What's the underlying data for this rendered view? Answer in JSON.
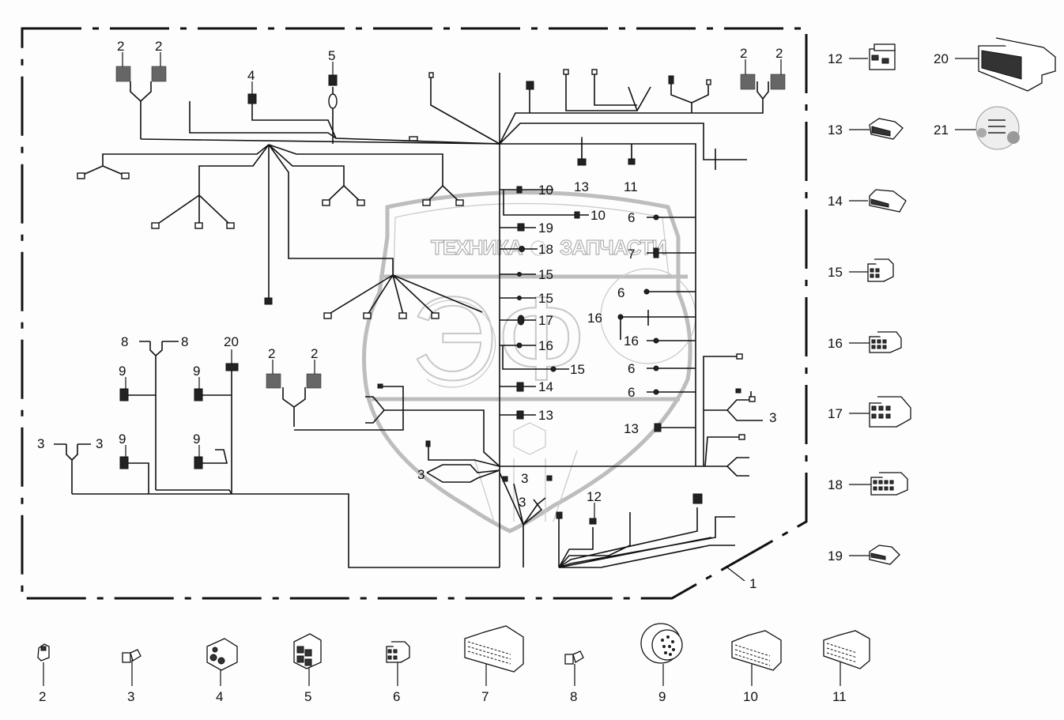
{
  "title": "Wiring harness exploded parts diagram",
  "watermark": {
    "text_left": "ТЕХНИКА",
    "text_right": "ЗАПЧАСТИ",
    "logo_letters": "ЭФ"
  },
  "assembly_callout": "1",
  "harness_callouts": {
    "top_left_pair": [
      "2",
      "2"
    ],
    "top_4": "4",
    "top_5": "5",
    "top_right_pair": [
      "2",
      "2"
    ],
    "col_13": "13",
    "col_11": "11",
    "trunk_labels": [
      "10",
      "10",
      "19",
      "18",
      "15",
      "15",
      "17",
      "16",
      "15",
      "14",
      "13"
    ],
    "right_labels": [
      "6",
      "7",
      "6",
      "16",
      "16",
      "6",
      "6",
      "13"
    ],
    "right_3": "3",
    "left_8_pair": [
      "8",
      "8"
    ],
    "left_20": "20",
    "left_9s": [
      "9",
      "9",
      "9",
      "9"
    ],
    "left_3_pair": [
      "3",
      "3"
    ],
    "mid_2_pair": [
      "2",
      "2"
    ],
    "lower_3s": [
      "3",
      "3",
      "3"
    ],
    "label_12": "12"
  },
  "parts_right": [
    {
      "num": "12",
      "icon": "connector-12-icon"
    },
    {
      "num": "20",
      "icon": "connector-20-icon"
    },
    {
      "num": "13",
      "icon": "connector-13-icon"
    },
    {
      "num": "21",
      "icon": "label-disc-21-icon"
    },
    {
      "num": "14",
      "icon": "connector-14-icon"
    },
    {
      "num": "15",
      "icon": "connector-15-icon"
    },
    {
      "num": "16",
      "icon": "connector-16-icon"
    },
    {
      "num": "17",
      "icon": "connector-17-icon"
    },
    {
      "num": "18",
      "icon": "connector-18-icon"
    },
    {
      "num": "19",
      "icon": "connector-19-icon"
    }
  ],
  "parts_bottom": [
    {
      "num": "2",
      "icon": "connector-2-icon"
    },
    {
      "num": "3",
      "icon": "terminal-3-icon"
    },
    {
      "num": "4",
      "icon": "connector-4-icon"
    },
    {
      "num": "5",
      "icon": "connector-5-icon"
    },
    {
      "num": "6",
      "icon": "connector-6-icon"
    },
    {
      "num": "7",
      "icon": "connector-7-icon"
    },
    {
      "num": "8",
      "icon": "terminal-8-icon"
    },
    {
      "num": "9",
      "icon": "round-connector-9-icon"
    },
    {
      "num": "10",
      "icon": "connector-10-icon"
    },
    {
      "num": "11",
      "icon": "connector-11-icon"
    }
  ]
}
